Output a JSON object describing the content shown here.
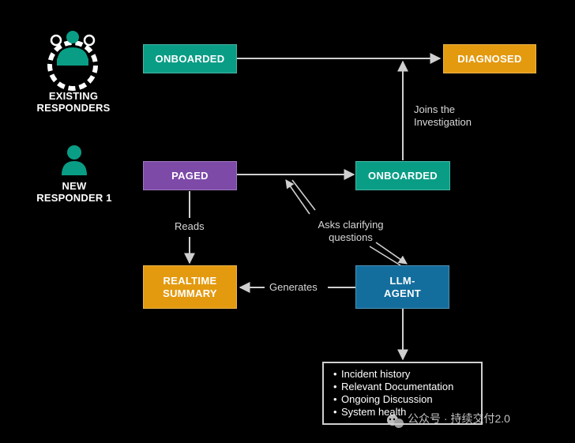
{
  "colors": {
    "teal": "#0a9d86",
    "purple": "#7d4aa8",
    "orange": "#e39a0f",
    "blue": "#136e9d",
    "arrow": "#cfcfcf"
  },
  "actors": {
    "existing": {
      "line1": "EXISTING",
      "line2": "RESPONDERS",
      "icon": "responders-group-icon"
    },
    "new": {
      "line1": "NEW",
      "line2": "RESPONDER 1",
      "icon": "responder-person-icon"
    }
  },
  "nodes": {
    "onboarded_top": "ONBOARDED",
    "diagnosed": "DIAGNOSED",
    "paged": "PAGED",
    "onboarded_mid": "ONBOARDED",
    "realtime_summary": {
      "line1": "REALTIME",
      "line2": "SUMMARY"
    },
    "llm_agent": {
      "line1": "LLM-",
      "line2": "AGENT"
    }
  },
  "edge_labels": {
    "joins": {
      "line1": "Joins the",
      "line2": "Investigation"
    },
    "reads": "Reads",
    "asks": {
      "line1": "Asks clarifying",
      "line2": "questions"
    },
    "generates": "Generates"
  },
  "context_items": [
    "Incident  history",
    "Relevant Documentation",
    "Ongoing Discussion",
    "System health"
  ],
  "watermark": "公众号 · 持续交付2.0"
}
